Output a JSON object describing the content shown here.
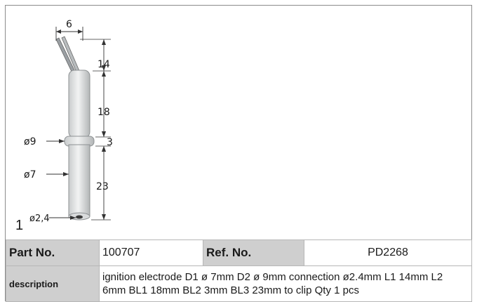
{
  "figure": {
    "number": "1",
    "dims": {
      "width_top": "6",
      "len_14": "14",
      "len_18": "18",
      "len_3": "3",
      "len_23": "23",
      "dia_9": "ø9",
      "dia_7": "ø7",
      "dia_24": "ø2,4"
    }
  },
  "table": {
    "part_no_label": "Part No.",
    "part_no_value": "100707",
    "ref_no_label": "Ref. No.",
    "ref_no_value": "PD2268",
    "description_label": "description",
    "description_text": "ignition electrode  D1 ø 7mm D2 ø 9mm connection ø2.4mm L1 14mm L2 6mm BL1 18mm BL2 3mm BL3 23mm to clip Qty 1 pcs"
  }
}
